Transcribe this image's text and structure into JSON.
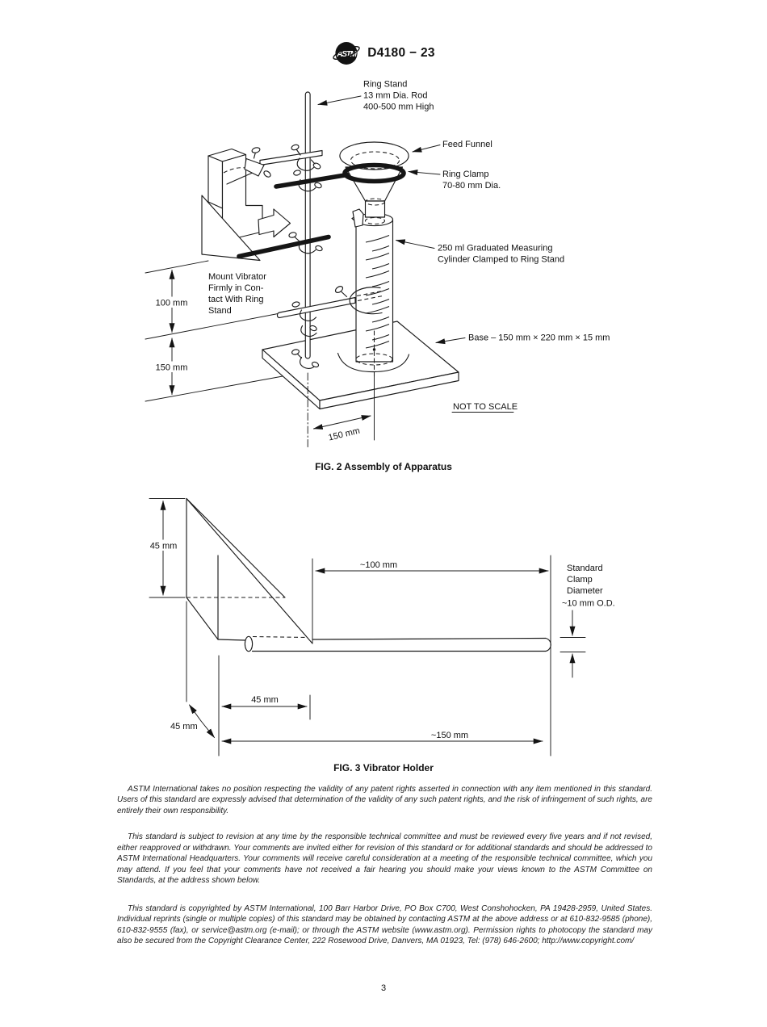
{
  "header": {
    "title": "D4180 − 23",
    "logo_text": "ASTM"
  },
  "fig2": {
    "caption": "FIG. 2 Assembly of Apparatus",
    "ring_stand_1": "Ring Stand",
    "ring_stand_2": "13 mm Dia. Rod",
    "ring_stand_3": "400-500 mm High",
    "feed_funnel": "Feed Funnel",
    "ring_clamp_1": "Ring Clamp",
    "ring_clamp_2": "70-80 mm Dia.",
    "cylinder_1": "250 ml Graduated Measuring",
    "cylinder_2": "Cylinder Clamped to Ring Stand",
    "mount_1": "Mount Vibrator",
    "mount_2": "Firmly in Con-",
    "mount_3": "tact With Ring",
    "mount_4": "Stand",
    "dim_100mm": "100 mm",
    "dim_150mm_left": "150 mm",
    "base_label": "Base – 150 mm × 220 mm × 15 mm",
    "dim_150mm_bottom": "150 mm",
    "not_to_scale": "NOT TO SCALE"
  },
  "fig3": {
    "caption": "FIG. 3 Vibrator Holder",
    "dim_45mm_left": "45 mm",
    "dim_100mm": "~100 mm",
    "clamp_1": "Standard",
    "clamp_2": "Clamp",
    "clamp_3": "Diameter",
    "od_label": "~10 mm O.D.",
    "dim_45mm_bottom": "45 mm",
    "dim_45mm_diag": "45 mm",
    "dim_150mm": "~150 mm"
  },
  "footer": {
    "para1": "ASTM International takes no position respecting the validity of any patent rights asserted in connection with any item mentioned in this standard. Users of this standard are expressly advised that determination of the validity of any such patent rights, and the risk of infringement of such rights, are entirely their own responsibility.",
    "para2": "This standard is subject to revision at any time by the responsible technical committee and must be reviewed every five years and if not revised, either reapproved or withdrawn. Your comments are invited either for revision of this standard or for additional standards and should be addressed to ASTM International Headquarters. Your comments will receive careful consideration at a meeting of the responsible technical committee, which you may attend. If you feel that your comments have not received a fair hearing you should make your views known to the ASTM Committee on Standards, at the address shown below.",
    "para3": "This standard is copyrighted by ASTM International, 100 Barr Harbor Drive, PO Box C700, West Conshohocken, PA 19428-2959, United States. Individual reprints (single or multiple copies) of this standard may be obtained by contacting ASTM at the above address or at 610-832-9585 (phone), 610-832-9555 (fax), or service@astm.org (e-mail); or through the ASTM website (www.astm.org). Permission rights to photocopy the standard may also be secured from the Copyright Clearance Center, 222 Rosewood Drive, Danvers, MA 01923, Tel: (978) 646-2600; http://www.copyright.com/",
    "page_number": "3"
  }
}
